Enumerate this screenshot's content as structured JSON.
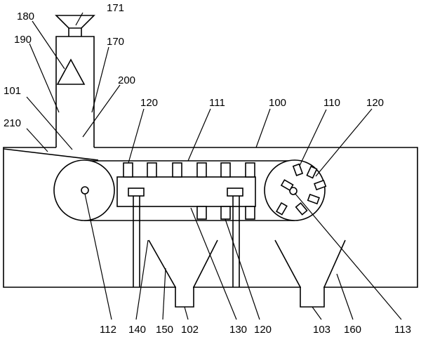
{
  "labels": {
    "l171": "171",
    "l180": "180",
    "l190": "190",
    "l170": "170",
    "l101": "101",
    "l200": "200",
    "l120a": "120",
    "l111": "111",
    "l100": "100",
    "l110": "110",
    "l120b": "120",
    "l210": "210",
    "l112": "112",
    "l140": "140",
    "l150": "150",
    "l102": "102",
    "l130": "130",
    "l120c": "120",
    "l103": "103",
    "l160": "160",
    "l113": "113"
  }
}
